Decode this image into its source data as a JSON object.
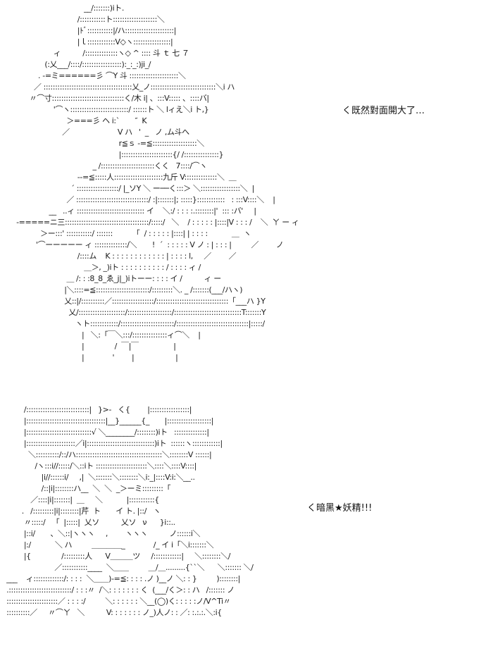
{
  "captions": {
    "top": "く既然對面開大了…",
    "bottom": "く暗黑★妖精!!!"
  },
  "art": {
    "top": "                                __/:::::::)iト.\n                             /:::::::::::ト:::::::::::::::::::＼\n                             |ﾄﾞ:::::::::::|/ハ:::::::::::::::::::::|\n                             |ｌ::::::::::::V◇ヽ::::::::::::::::|\n                  ィ          /::::::::::::::ヽ◇ ^ :::: 斗 ｔ 七 ７\n              (:乂___/::::/:::::::::::::::::):_:_:)ji_/\n           . -=ミ======彡 ⌒Y 斗 :::::::::::::::::::::＼\n         ／ ::::::::::::::::::::::::::::::::::::::乂_ノ::::::::::::::::::::::::::::＼i ハ\n       〃⌒寸:::::::::::::::::::::::::::::::く/木 i| 、:::V::::: 、::::バ|\n                  '⌒ヽ:::::::::::::::::::::::::/ ::::::ト ＼ lィえ＼i ト,}\n                        ＞===彡 ヘ i:`       ″  K\n                      ／                      V ハ   '  _   ノ ,ム斗へ\n                                                r≦ｓ -=≦:::::::::::::::::::＼\n                                                |::::::::::::::::::::::{/ /:::::::::::::::}\n                                    _ /:::::::::::::::::::::::くく   7::::/⌒ヽ\n                             --=≦:::::人:::::::::::::::::::::九斤 V::::::::::::::＼  ＿\n                          ´ ::::::::::::::::::/ |_ソY ＼ ー──く:::＞ ＼:::::::::::::::::＼  |\n                        ／ :::::::::::::::::::::::::::::::/ :|:::::::|; :::::}::::::::::::   : :::V::::＼    |\n                __   ..ィ ::::::::::::::::::::::::::::: イ    ＼:/ : : : :.::::::::|'  ::: :バ'     |\n -=====ニ三::::::::::::::::::::::::::::::::::::/:::::/   ＼    / : : : : : |::::|V : : : /    ＼  ㄚ ー ィ\n            ＞ー:::' :::::::::::/ :::::::         「  / : : : : : |::::| | : : : :           ＿  ヽ\n          '⌒ーーーーー ィ ::::::::::::::/＼       !  ´  : : : : : V ノ : | : : : |         ／        ノ\n                             /::::ム    K : : : : : : : : : : : : | : : : : l,     ／        ／\n                                ＿＞, _)iト : : : : : : : : : : / : : : : ィ /\n                        ＿ /: : :8_8_ゑ_j|_)iトーー: : : : イ /          ィ ー\n                       |＼::::=≦:::::::::::::::::::::::/:::::::::＼. _ /:::::::(___/ハヽ)\n                       乂::|/::::::::::／::::::::::::::::::/:::::::::::::::::::::::::::::::「___ハ }Y\n                         乂/::::::::::::::::::::/:::::::::::::::::::/:::::::::::::::::::::::::::::T:::::::Y\n                            ヽト::::::::::::/:::::::::::::::::::::::/:::::::::::::::::::::::::::::::|:::::/\n                               |   ＼:「￣＼:::/:::::::::::::::ィ⌒＼    |\n                               |              /  ￣|￣                |\n                               |             '        |                   |",
    "bottom": "         /:::::::::::::::::::::::::::|   }>-   く{        |:::::::::::::::::|\n         |::::::::::::::::::::::::::::::::::|__}______{_       |:::::::::::::::::::|\n         |::::::::::::::::::::::::::::√ ＼________/::::::::)iト   ::::::::::::::|\n         |:::::::::::::::::::::／i|:::::::::::::::::::::::::::::)iト  ::::::ヽ::::::::::::|\n           ＼::::::::::/::/ハ:::::::::::::::::::::::::::::::::::::＼::::::::V ::::::|\n              /ヽ:::i//:::::/＼::iト ::::::::::::::::::::::＼::::＼::::V::::|\n                 |i//::::::i/     ,|  ＼:::::::＼::::::::＼i:_|::::V:i:＼__..\n                 /::|i|::::::::ハ__  ＼  ＼  _＞ーミ:::::::::「\n            ／::::|i|:::::::|  ＿     ＼           |:::::::::::{\n        .   /:::::::::|i|::::::::|芹  ト       イ ト. |::/   ヽ\n         〃:::::/   「  |:::::|  乂ソ          乂ソ   ν      }i::..\n         |::i/       、＼::|ヽヽヽ     ,        ヽヽヽ          ノ::::::i＼\n         |:/           ＼ ハ         ＿＿＿＿_             /_ イ i「＼i:::::::＼\n         |{              /:::::::::人      V＿＿＿ツ     /::::::::::::|     ＼::::::::＼/\n                       ／:::::::::::____  ＼＿＿         ＿/＿.........{``＼      ＼::::::: ＼/\n ___    ィ:::::::::::::/: : : :  ＼＿＿)-=≦: : : : .ノ )__ノ ＼: : }         )::::::::|\n .:::::::::::::::::::::::::::/ : : :〃  /＼: : : : : : : く  (___/く＞: : ハ   /::::::: ノ\n ::::::::::::::::::::::／ : : : :/         ＼: : : : : : ＼__(◯)く: : : : :ノ/V^Ti〃\n ::::::::::／     〃⌒ㄚ   ＼          V: : : : : : : ノ_)人ノ: : ／: :.:.:.＼:i{"
  }
}
